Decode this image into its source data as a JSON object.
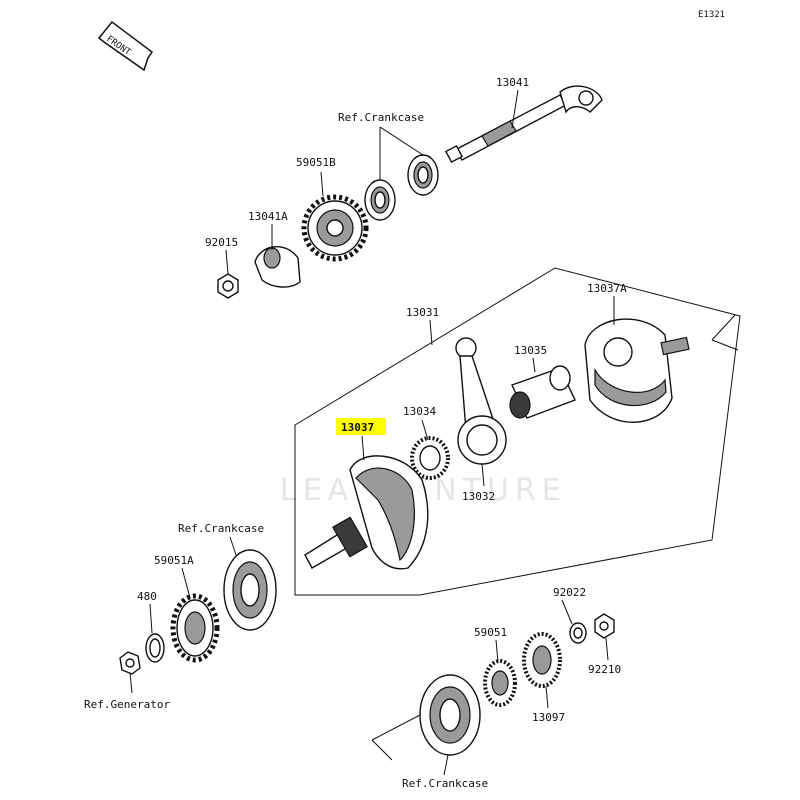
{
  "diagram": {
    "code": "E1321",
    "front_label": "FRONT",
    "watermark": "LEADVENTURE",
    "highlight_color": "#ffff00",
    "labels": {
      "p13041": "13041",
      "ref_crankcase_top": "Ref.Crankcase",
      "p59051B": "59051B",
      "p13041A": "13041A",
      "p92015": "92015",
      "p13031": "13031",
      "p13037A": "13037A",
      "p13035": "13035",
      "p13034": "13034",
      "p13037": "13037",
      "p13032": "13032",
      "ref_crankcase_mid": "Ref.Crankcase",
      "p59051A": "59051A",
      "p480": "480",
      "ref_generator": "Ref.Generator",
      "p92022": "92022",
      "p59051": "59051",
      "p92210": "92210",
      "p13097": "13097",
      "ref_crankcase_bottom": "Ref.Crankcase"
    }
  }
}
